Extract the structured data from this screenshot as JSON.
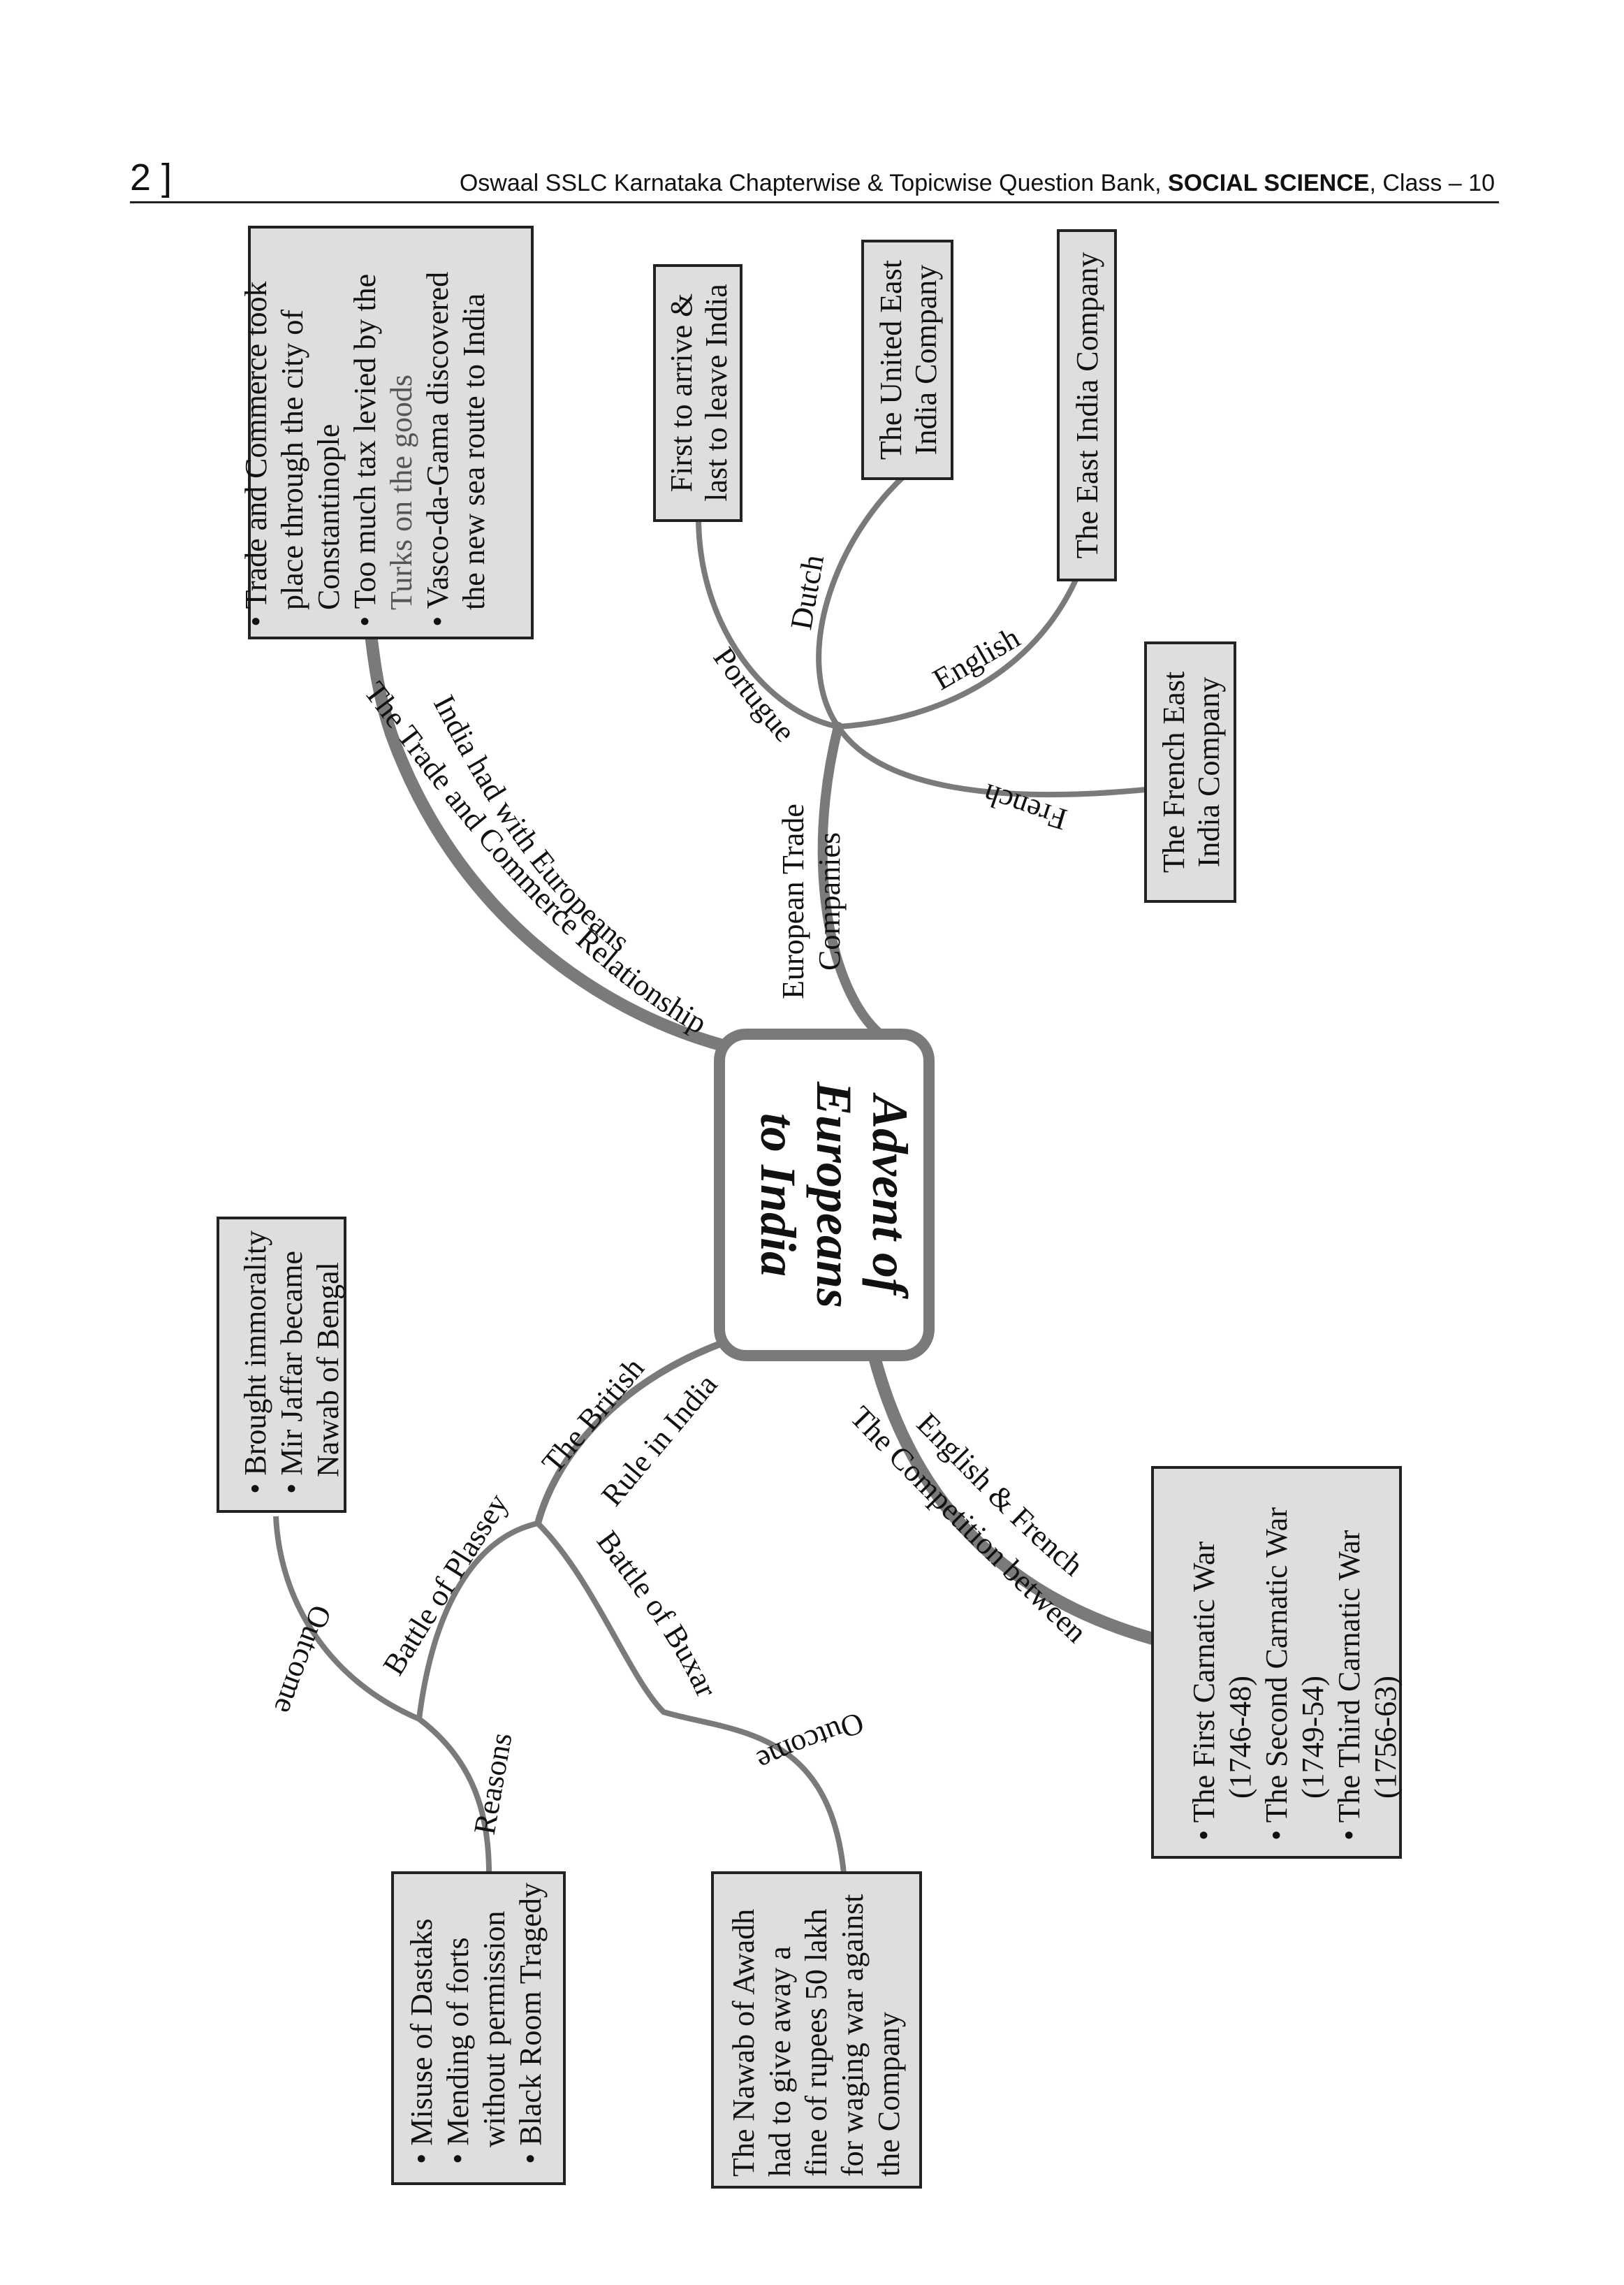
{
  "header": {
    "page_number": "2 ]",
    "running_head_prefix": "Oswaal SSLC Karnataka Chapterwise & Topicwise Question Bank, ",
    "running_head_subject": "SOCIAL SCIENCE",
    "running_head_suffix": ", Class – 10"
  },
  "center": {
    "line1": "Advent of",
    "line2": "Europeans",
    "line3": "to India"
  },
  "branches": {
    "trade": {
      "label_outer": "The Trade and Commerce Relationship",
      "label_inner": "India had with Europeans",
      "bullets": [
        {
          "lines": [
            "Trade and Commerce took",
            "place through the city of",
            "Constantinople"
          ]
        },
        {
          "lines": [
            "Too much tax levied by the",
            "Turks on the goods"
          ]
        },
        {
          "lines": [
            "Vasco-da-Gama discovered",
            "the new sea route to India"
          ]
        }
      ]
    },
    "companies": {
      "label_line1": "European Trade",
      "label_line2": "Companies",
      "portuguese": {
        "label": "Portuguese",
        "box_line1": "First to arrive &",
        "box_line2": "last to leave India"
      },
      "dutch": {
        "label": "Dutch",
        "box_line1": "The United East",
        "box_line2": "India Company"
      },
      "english": {
        "label": "English",
        "box_line1": "The East India Company"
      },
      "french": {
        "label": "French",
        "box_line1": "The French East",
        "box_line2": "India Company"
      }
    },
    "competition": {
      "label_outer": "The Competition between",
      "label_inner": "English & French",
      "bullets": [
        {
          "lines": [
            "The First Carnatic War",
            "(1746-48)"
          ]
        },
        {
          "lines": [
            "The Second Carnatic War",
            "(1749-54)"
          ]
        },
        {
          "lines": [
            "The Third Carnatic War",
            "(1756-63)"
          ]
        }
      ]
    },
    "british": {
      "label_line1": "The British",
      "label_line2": "Rule in India",
      "plassey": {
        "label": "Battle of Plassey",
        "outcome_label": "Outcome",
        "outcome_bullets": [
          {
            "lines": [
              "Brought immorality"
            ]
          },
          {
            "lines": [
              "Mir Jaffar became",
              "Nawab of Bengal"
            ]
          }
        ],
        "reasons_label": "Reasons",
        "reasons_bullets": [
          {
            "lines": [
              "Misuse of Dastaks"
            ]
          },
          {
            "lines": [
              "Mending of forts",
              "without permission"
            ]
          },
          {
            "lines": [
              "Black Room Tragedy"
            ]
          }
        ]
      },
      "buxar": {
        "label": "Battle of Buxar",
        "outcomes_label": "Outcomes",
        "box_lines": [
          "The Nawab of Awadh",
          "had to give away a",
          "fine of rupees 50 lakh",
          "for waging war against",
          "the Company"
        ]
      }
    }
  },
  "colors": {
    "branch": "#7a7a7a",
    "box_fill": "#dedede",
    "box_border": "#222222"
  }
}
